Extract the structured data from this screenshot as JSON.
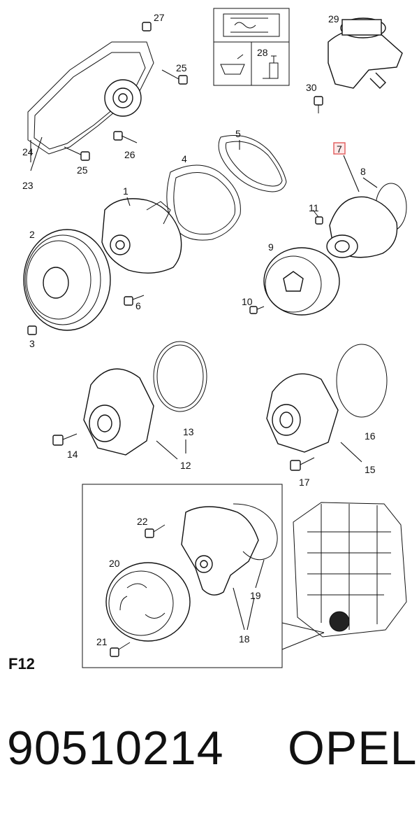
{
  "section_label": "F12",
  "part_number": "90510214",
  "brand": "OPEL",
  "highlighted_callout": "7",
  "highlight_color": "#e05a5a",
  "callouts": {
    "c1": "1",
    "c2": "2",
    "c3": "3",
    "c4": "4",
    "c5": "5",
    "c6": "6",
    "c7": "7",
    "c8": "8",
    "c9": "9",
    "c10": "10",
    "c11": "11",
    "c12": "12",
    "c13": "13",
    "c14": "14",
    "c15": "15",
    "c16": "16",
    "c17": "17",
    "c18": "18",
    "c19": "19",
    "c20": "20",
    "c21": "21",
    "c22": "22",
    "c23": "23",
    "c24": "24",
    "c25a": "25",
    "c25b": "25",
    "c26": "26",
    "c27": "27",
    "c28": "28",
    "c29": "29",
    "c30": "30"
  },
  "icons": [
    "service-manual-icon",
    "oil-fill-icon",
    "sealant-icon"
  ]
}
